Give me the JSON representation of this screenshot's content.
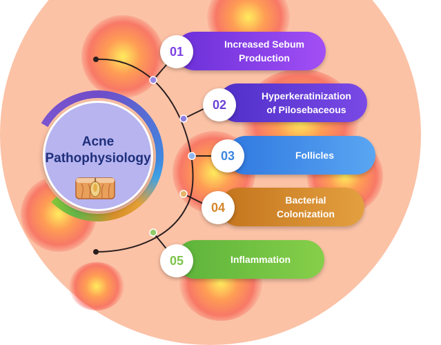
{
  "center": {
    "title_line1": "Acne",
    "title_line2": "Pathophysiology",
    "icon": "skin-follicle-icon"
  },
  "steps": [
    {
      "number": "01",
      "line1": "Increased Sebum",
      "line2": "Production",
      "color": "#8a3ff0",
      "num_color": "#7b3fe4"
    },
    {
      "number": "02",
      "line1": "Hyperkeratinization",
      "line2": "of Pilosebaceous",
      "color": "#6a3fd6",
      "num_color": "#6b41d6"
    },
    {
      "number": "03",
      "line1": "Follicles",
      "line2": "",
      "color": "#3f8ee6",
      "num_color": "#3a86e0"
    },
    {
      "number": "04",
      "line1": "Bacterial",
      "line2": "Colonization",
      "color": "#d88e2c",
      "num_color": "#d4862a"
    },
    {
      "number": "05",
      "line1": "Inflammation",
      "line2": "",
      "color": "#6cbf3a",
      "num_color": "#7cc34a"
    }
  ],
  "colors": {
    "background_disc": "#fbc2a6",
    "hub_fill": "#b7b4f0",
    "hub_text": "#1f2f7a",
    "connector": "#2a1e1e"
  }
}
